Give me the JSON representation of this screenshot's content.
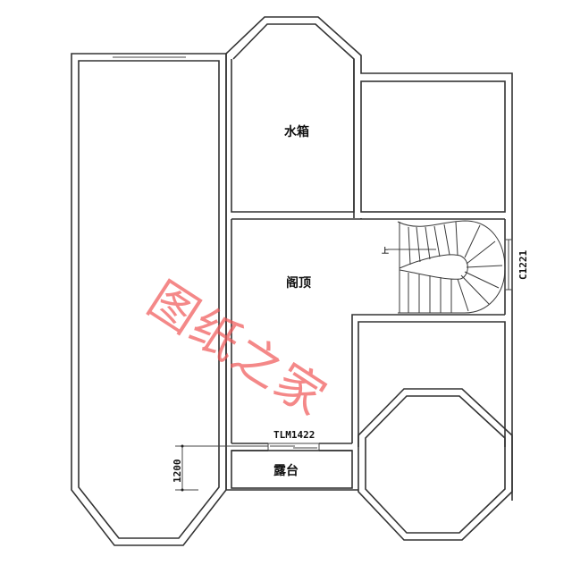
{
  "plan": {
    "rooms": [
      {
        "id": "water-tank",
        "label": "水箱"
      },
      {
        "id": "attic",
        "label": "阁顶"
      },
      {
        "id": "terrace",
        "label": "露台"
      }
    ],
    "openings": {
      "door": "TLM1422",
      "window": "C1221"
    },
    "dimension": "1200",
    "stair_marker": "上"
  },
  "watermark": "图纸之家",
  "colors": {
    "wall": "#333333",
    "watermark": "#f05a5a",
    "background": "#ffffff"
  }
}
